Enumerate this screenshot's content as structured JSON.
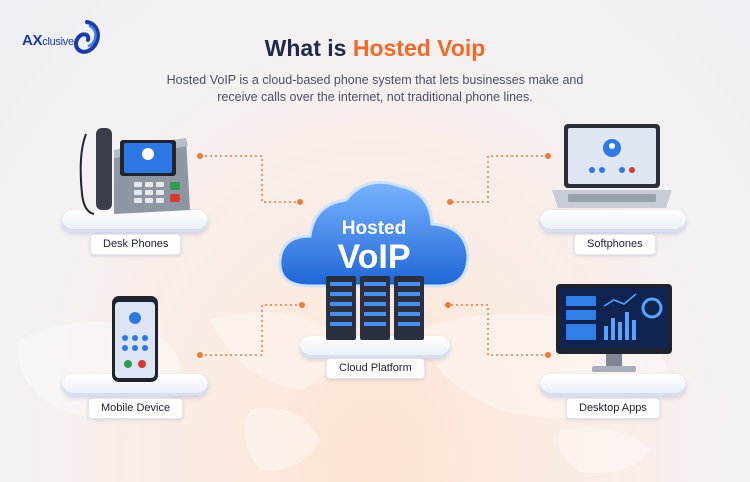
{
  "brand": {
    "logo_main": "AX",
    "logo_rest": "clusive"
  },
  "header": {
    "title_plain": "What is ",
    "title_accent": "Hosted Voip",
    "subtitle": "Hosted VoIP is a cloud-based phone system that lets businesses make and receive calls over the internet, not traditional phone lines."
  },
  "cloud": {
    "line1": "Hosted",
    "line2": "VoIP"
  },
  "nodes": {
    "desk_phones": "Desk Phones",
    "softphones": "Softphones",
    "mobile_device": "Mobile Device",
    "desktop_apps": "Desktop Apps",
    "cloud_platform": "Cloud Platform"
  },
  "colors": {
    "accent": "#f06a2a",
    "brand_blue": "#1a3aa8",
    "cloud_blue": "#2f7fe6",
    "connector": "#f07a3a"
  }
}
